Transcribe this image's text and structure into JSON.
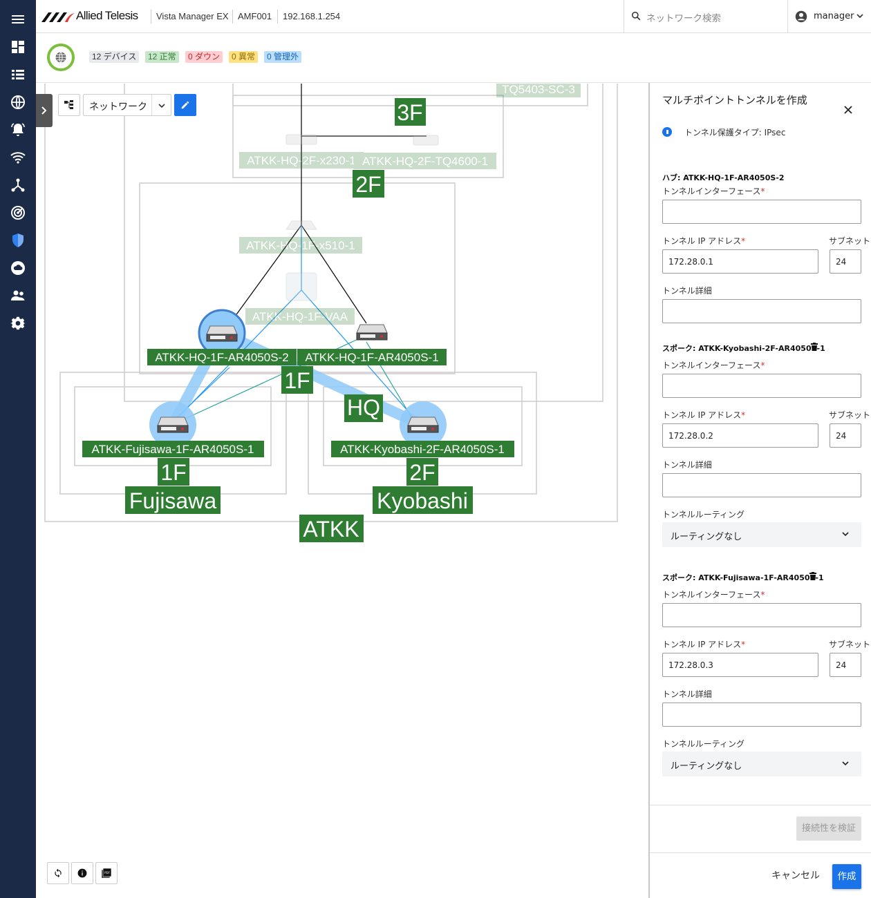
{
  "app": {
    "brand": "Allied Telesis",
    "product": "Vista Manager EX",
    "area": "AMF001",
    "ip": "192.168.1.254",
    "search_placeholder": "ネットワーク検索",
    "user": "manager"
  },
  "nav_items": [
    "menu-icon",
    "dashboard-icon",
    "list-icon",
    "globe-icon",
    "alarm-icon",
    "wifi-icon",
    "topology-icon",
    "radar-icon",
    "security-shield-icon",
    "cloud-icon",
    "users-icon",
    "settings-icon"
  ],
  "status": {
    "devices": "12 デバイス",
    "normal": "12 正常",
    "down": "0 ダウン",
    "abnormal": "0 異常",
    "unmanaged": "0 管理外",
    "colors": {
      "normal": "#c8e6c9",
      "down": "#ffcdd2",
      "abnormal": "#ffe082",
      "unmanaged": "#bbdefb",
      "devices": "#e8eaed"
    }
  },
  "toolbar": {
    "view_label": "ネットワーク"
  },
  "map": {
    "labels": {
      "tq5403": "TQ5403-SC-3",
      "floor3": "3F",
      "x230": "ATKK-HQ-2F-x230-1",
      "tq4600": "ATKK-HQ-2F-TQ4600-1",
      "floor2_hq": "2F",
      "x510": "ATKK-HQ-1F-x510-1",
      "vaa": "ATKK-HQ-1F-VAA",
      "ar_hub": "ATKK-HQ-1F-AR4050S-2",
      "ar_hq1": "ATKK-HQ-1F-AR4050S-1",
      "floor1_hq": "1F",
      "hq": "HQ",
      "fujisawa_dev": "ATKK-Fujisawa-1F-AR4050S-1",
      "kyobashi_dev": "ATKK-Kyobashi-2F-AR4050S-1",
      "floor1_fuji": "1F",
      "floor2_kyo": "2F",
      "fujisawa": "Fujisawa",
      "kyobashi": "Kyobashi",
      "atkk": "ATKK"
    },
    "colors": {
      "label_bg": "#2e7d32",
      "tunnel": "#90caf9",
      "link_blue": "#2196f3",
      "link_teal": "#26a69a"
    }
  },
  "panel": {
    "title": "マルチポイントトンネルを作成",
    "protection": "トンネル保護タイプ: IPsec",
    "hub": {
      "heading": "ハブ: ATKK-HQ-1F-AR4050S-2",
      "iface_label": "トンネルインターフェース",
      "ip_label": "トンネル IP アドレス",
      "subnet_label": "サブネット",
      "ip": "172.28.0.1",
      "subnet": "24",
      "detail_label": "トンネル詳細"
    },
    "spokes": [
      {
        "heading": "スポーク: ATKK-Kyobashi-2F-AR4050S-1",
        "iface_label": "トンネルインターフェース",
        "ip_label": "トンネル IP アドレス",
        "subnet_label": "サブネット",
        "ip": "172.28.0.2",
        "subnet": "24",
        "detail_label": "トンネル詳細",
        "routing_label": "トンネルルーティング",
        "routing": "ルーティングなし"
      },
      {
        "heading": "スポーク: ATKK-Fujisawa-1F-AR4050S-1",
        "iface_label": "トンネルインターフェース",
        "ip_label": "トンネル IP アドレス",
        "subnet_label": "サブネット",
        "ip": "172.28.0.3",
        "subnet": "24",
        "detail_label": "トンネル詳細",
        "routing_label": "トンネルルーティング",
        "routing": "ルーティングなし"
      }
    ],
    "required_mark": "*",
    "verify": "接続性を検証",
    "cancel": "キャンセル",
    "create": "作成"
  }
}
